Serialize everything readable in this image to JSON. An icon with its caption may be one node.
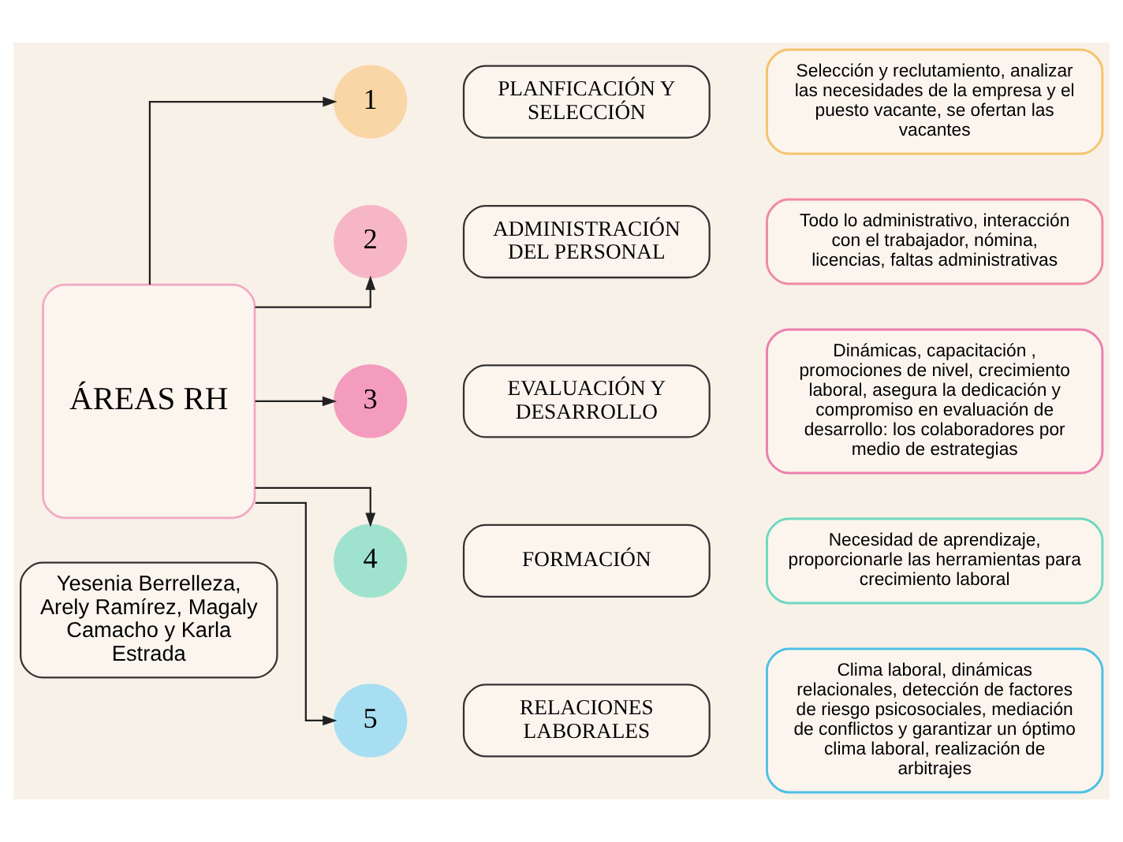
{
  "diagram": {
    "nodes": [
      {
        "text": [
          "ÁREAS RH"
        ]
      },
      {
        "text": [
          "Yesenia Berrelleza, Arely Ramírez, Magaly Camacho y Karla Estrada"
        ]
      },
      {
        "text": [
          "1"
        ]
      },
      {
        "text": [
          "PLANFICACIÓN Y SELECCIÓN"
        ]
      },
      {
        "text": [
          "Selección y reclutamiento, analizar las necesidades de la empresa y el puesto vacante, se ofertan las vacantes"
        ]
      },
      {
        "text": [
          "2"
        ]
      },
      {
        "text": [
          "ADMINISTRACIÓN DEL PERSONAL"
        ]
      },
      {
        "text": [
          "Todo lo administrativo, interacción con el trabajador, nómina, licencias, faltas administrativas"
        ]
      },
      {
        "text": [
          "3"
        ]
      },
      {
        "text": [
          "EVALUACIÓN Y DESARROLLO"
        ]
      },
      {
        "text": [
          "Dinámicas, capacitación , promociones de nivel, crecimiento laboral, asegura la dedicación y compromiso en evaluación de desarrollo: los colaboradores por medio de estrategias"
        ]
      },
      {
        "text": [
          "4"
        ]
      },
      {
        "text": [
          "FORMACIÓN"
        ]
      },
      {
        "text": [
          "Necesidad de aprendizaje, proporcionarle las herramientas para crecimiento laboral"
        ]
      },
      {
        "text": [
          "5"
        ]
      },
      {
        "text": [
          "RELACIONES LABORALES"
        ]
      },
      {
        "text": [
          "Clima laboral, dinámicas relacionales, detección de factores de riesgo psicosociales, mediación de conflictos y garantizar un óptimo clima laboral, realización de arbitrajes"
        ]
      }
    ],
    "edges": [
      {
        "from": 0,
        "to": 2,
        "arrow": "to"
      },
      {
        "from": 0,
        "to": 5,
        "arrow": "to"
      },
      {
        "from": 0,
        "to": 8,
        "arrow": "to"
      },
      {
        "from": 0,
        "to": 11,
        "arrow": "to"
      },
      {
        "from": 0,
        "to": 14,
        "arrow": "to"
      }
    ]
  }
}
